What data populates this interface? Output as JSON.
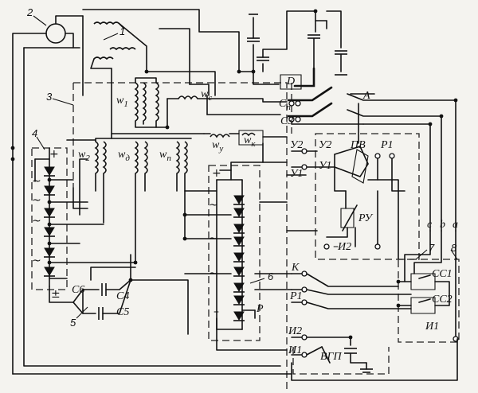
{
  "labels": {
    "n1": "1",
    "n2": "2",
    "n3": "3",
    "n4": "4",
    "n5": "5",
    "n6": "6",
    "n7": "7",
    "n8": "8",
    "w1": "w",
    "w1s": "1",
    "wc": "w",
    "wcs": "с",
    "wy": "w",
    "wys": "у",
    "wk": "w",
    "wks": "к",
    "w2": "w",
    "w2s": "2",
    "wd": "w",
    "wds": "д",
    "wn": "w",
    "wns": "п",
    "D": "D",
    "Cn": "С",
    "Cns": "п",
    "C3": "С3",
    "A": "А",
    "y2a": "У2",
    "y1a": "У1",
    "y2b": "У2",
    "y1b": "У1",
    "PV": "ПВ",
    "P1a": "Р1",
    "PY": "РУ",
    "minus1": "–",
    "I2a": "И2",
    "c": "с",
    "b": "b",
    "a": "а",
    "K": "К",
    "P1b": "Р1",
    "I2b": "И2",
    "I1a": "И1",
    "VGP": "ВГП",
    "CC1": "СС1",
    "CC2": "СС2",
    "I1b": "И1",
    "C6": "С6",
    "C4": "С4",
    "C5": "С5",
    "plus1": "+",
    "plus2": "+",
    "pm": "±",
    "minus2": "–",
    "P": "Р",
    "t1": "~",
    "t2": "~",
    "t3": "~",
    "t4": "~",
    "t5": "~",
    "t6": "~",
    "t7": "~"
  }
}
